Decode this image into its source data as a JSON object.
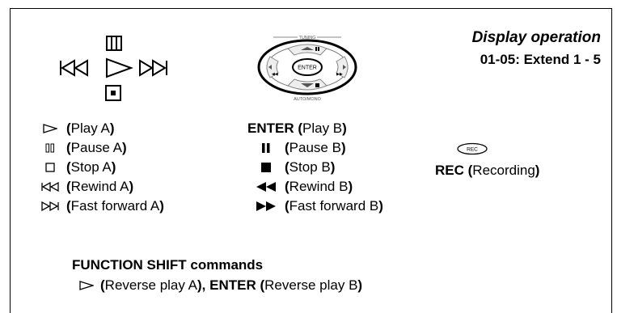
{
  "display": {
    "title": "Display operation",
    "subtitle": "01-05: Extend 1 - 5"
  },
  "remote": {
    "top_label": "TUNING",
    "center_label": "ENTER",
    "bottom_label": "AUTO/MONO"
  },
  "left_commands": [
    {
      "icon": "play-outline-icon",
      "label": "Play A"
    },
    {
      "icon": "pause-outline-icon",
      "label": "Pause A"
    },
    {
      "icon": "stop-outline-icon",
      "label": "Stop A"
    },
    {
      "icon": "rewind-outline-icon",
      "label": "Rewind A"
    },
    {
      "icon": "fast-forward-outline-icon",
      "label": "Fast forward A"
    }
  ],
  "mid_commands": {
    "enter_key": "ENTER",
    "enter_label": "Play B",
    "items": [
      {
        "icon": "pause-solid-icon",
        "label": "Pause B"
      },
      {
        "icon": "stop-solid-icon",
        "label": "Stop B"
      },
      {
        "icon": "rewind-solid-icon",
        "label": "Rewind B"
      },
      {
        "icon": "fast-forward-solid-icon",
        "label": "Fast forward B"
      }
    ]
  },
  "rec": {
    "icon_text": "REC",
    "key": "REC",
    "label": "Recording"
  },
  "function_shift": {
    "title": "FUNCTION SHIFT commands",
    "reverse_a_label": "Reverse play A",
    "enter_key": "ENTER",
    "reverse_b_label": "Reverse play B"
  }
}
